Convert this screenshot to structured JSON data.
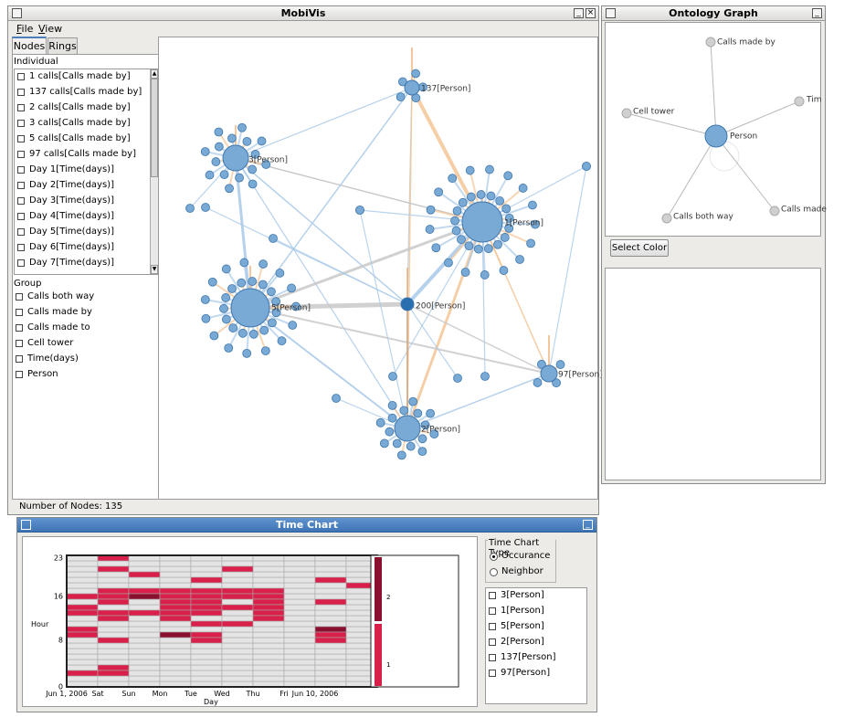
{
  "main_window": {
    "title": "MobiVis",
    "menu": [
      {
        "label": "File",
        "mnemonic": "F",
        "rest": "ile"
      },
      {
        "label": "View",
        "mnemonic": "V",
        "rest": "iew"
      }
    ],
    "tabs": [
      "Nodes",
      "Rings"
    ],
    "active_tab": "Nodes",
    "individual_header": "Individual",
    "individual_items": [
      "1 calls[Calls made by]",
      "137 calls[Calls made by]",
      "2 calls[Calls made by]",
      "3 calls[Calls made by]",
      "5 calls[Calls made by]",
      "97 calls[Calls made by]",
      "Day 1[Time(days)]",
      "Day 2[Time(days)]",
      "Day 3[Time(days)]",
      "Day 4[Time(days)]",
      "Day 5[Time(days)]",
      "Day 6[Time(days)]",
      "Day 7[Time(days)]"
    ],
    "group_header": "Group",
    "group_items": [
      "Calls both way",
      "Calls made by",
      "Calls made to",
      "Cell tower",
      "Time(days)",
      "Person"
    ],
    "status": "Number of Nodes: 135",
    "graph_labels": [
      "137[Person]",
      "3[Person]",
      "1[Person]",
      "5[Person]",
      "200[Person]",
      "97[Person]",
      "2[Person]"
    ]
  },
  "ontology_window": {
    "title": "Ontology Graph",
    "nodes": [
      "Calls made by",
      "Cell tower",
      "Tim",
      "Person",
      "Calls made",
      "Calls both way"
    ],
    "select_color_label": "Select Color"
  },
  "time_chart": {
    "title": "Time Chart",
    "type_group_label": "Time Chart Type",
    "type_options": [
      "Occurance",
      "Neighbor"
    ],
    "selected_type": "Occurance",
    "persons": [
      "3[Person]",
      "1[Person]",
      "5[Person]",
      "2[Person]",
      "137[Person]",
      "97[Person]"
    ],
    "legend_labels": [
      "2",
      "1"
    ],
    "colors": {
      "accent": "#4d7fbd",
      "node": "#79aad6",
      "node_stroke": "#3f77ad",
      "highlight": "#2a6fb0",
      "heat_low": "#d8204a",
      "heat_high": "#8a1030",
      "empty_cell": "#e4e4e4"
    }
  },
  "chart_data": {
    "type": "heatmap",
    "xlabel": "Day",
    "ylabel": "Hour",
    "x_ticks": [
      "Jun 1, 2006",
      "Sat",
      "Sun",
      "Mon",
      "Tue",
      "Wed",
      "Thu",
      "Fri",
      "Jun 10, 2006"
    ],
    "y_ticks": [
      "0",
      "8",
      "16",
      "23"
    ],
    "ylim": [
      0,
      23
    ],
    "legend_values": [
      1,
      2
    ],
    "cells": [
      {
        "day": 1,
        "hour": 23,
        "value": 1
      },
      {
        "day": 1,
        "hour": 21,
        "value": 1
      },
      {
        "day": 2,
        "hour": 20,
        "value": 1
      },
      {
        "day": 5,
        "hour": 21,
        "value": 1
      },
      {
        "day": 4,
        "hour": 19,
        "value": 1
      },
      {
        "day": 8,
        "hour": 19,
        "value": 1
      },
      {
        "day": 9,
        "hour": 18,
        "value": 1
      },
      {
        "day": 1,
        "hour": 17,
        "value": 1
      },
      {
        "day": 2,
        "hour": 17,
        "value": 1
      },
      {
        "day": 3,
        "hour": 17,
        "value": 1
      },
      {
        "day": 4,
        "hour": 17,
        "value": 1
      },
      {
        "day": 5,
        "hour": 17,
        "value": 1
      },
      {
        "day": 6,
        "hour": 17,
        "value": 1
      },
      {
        "day": 0,
        "hour": 16,
        "value": 1
      },
      {
        "day": 1,
        "hour": 16,
        "value": 1
      },
      {
        "day": 2,
        "hour": 16,
        "value": 2
      },
      {
        "day": 3,
        "hour": 16,
        "value": 1
      },
      {
        "day": 4,
        "hour": 16,
        "value": 1
      },
      {
        "day": 5,
        "hour": 16,
        "value": 1
      },
      {
        "day": 6,
        "hour": 16,
        "value": 1
      },
      {
        "day": 1,
        "hour": 15,
        "value": 1
      },
      {
        "day": 3,
        "hour": 15,
        "value": 1
      },
      {
        "day": 4,
        "hour": 15,
        "value": 1
      },
      {
        "day": 6,
        "hour": 15,
        "value": 1
      },
      {
        "day": 8,
        "hour": 15,
        "value": 1
      },
      {
        "day": 0,
        "hour": 14,
        "value": 1
      },
      {
        "day": 3,
        "hour": 14,
        "value": 1
      },
      {
        "day": 4,
        "hour": 14,
        "value": 1
      },
      {
        "day": 5,
        "hour": 14,
        "value": 1
      },
      {
        "day": 6,
        "hour": 14,
        "value": 1
      },
      {
        "day": 0,
        "hour": 13,
        "value": 1
      },
      {
        "day": 1,
        "hour": 13,
        "value": 1
      },
      {
        "day": 2,
        "hour": 13,
        "value": 1
      },
      {
        "day": 3,
        "hour": 13,
        "value": 1
      },
      {
        "day": 4,
        "hour": 13,
        "value": 1
      },
      {
        "day": 6,
        "hour": 13,
        "value": 1
      },
      {
        "day": 1,
        "hour": 12,
        "value": 1
      },
      {
        "day": 3,
        "hour": 12,
        "value": 1
      },
      {
        "day": 6,
        "hour": 12,
        "value": 1
      },
      {
        "day": 4,
        "hour": 11,
        "value": 1
      },
      {
        "day": 5,
        "hour": 11,
        "value": 1
      },
      {
        "day": 0,
        "hour": 10,
        "value": 1
      },
      {
        "day": 8,
        "hour": 10,
        "value": 2
      },
      {
        "day": 0,
        "hour": 9,
        "value": 1
      },
      {
        "day": 3,
        "hour": 9,
        "value": 2
      },
      {
        "day": 4,
        "hour": 9,
        "value": 1
      },
      {
        "day": 8,
        "hour": 9,
        "value": 1
      },
      {
        "day": 1,
        "hour": 8,
        "value": 1
      },
      {
        "day": 4,
        "hour": 8,
        "value": 1
      },
      {
        "day": 8,
        "hour": 8,
        "value": 1
      },
      {
        "day": 1,
        "hour": 3,
        "value": 1
      },
      {
        "day": 0,
        "hour": 2,
        "value": 1
      },
      {
        "day": 1,
        "hour": 2,
        "value": 1
      }
    ]
  }
}
